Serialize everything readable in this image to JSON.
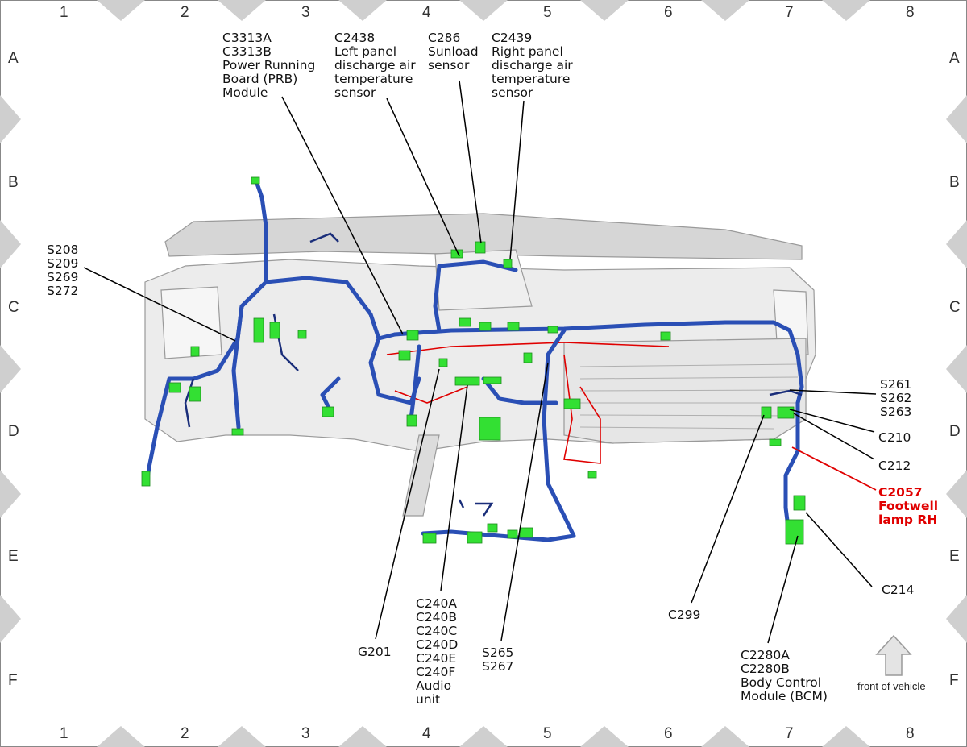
{
  "grid": {
    "columns": [
      "1",
      "2",
      "3",
      "4",
      "5",
      "6",
      "7",
      "8"
    ],
    "rows": [
      "A",
      "B",
      "C",
      "D",
      "E",
      "F"
    ]
  },
  "callouts": {
    "c3313": [
      "C3313A",
      "C3313B",
      "Power Running",
      "Board (PRB)",
      "Module"
    ],
    "c2438": [
      "C2438",
      "Left panel",
      "discharge air",
      "temperature",
      "sensor"
    ],
    "c286": [
      "C286",
      "Sunload",
      "sensor"
    ],
    "c2439": [
      "C2439",
      "Right panel",
      "discharge air",
      "temperature",
      "sensor"
    ],
    "s208": [
      "S208",
      "S209",
      "S269",
      "S272"
    ],
    "s261": [
      "S261",
      "S262",
      "S263"
    ],
    "c210": [
      "C210"
    ],
    "c212": [
      "C212"
    ],
    "c2057": [
      "C2057",
      "Footwell",
      "lamp RH"
    ],
    "c214": [
      "C214"
    ],
    "c299": [
      "C299"
    ],
    "c2280": [
      "C2280A",
      "C2280B",
      "Body Control",
      "Module (BCM)"
    ],
    "g201": [
      "G201"
    ],
    "c240": [
      "C240A",
      "C240B",
      "C240C",
      "C240D",
      "C240E",
      "C240F",
      "Audio",
      "unit"
    ],
    "s265": [
      "S265",
      "S267"
    ]
  },
  "front_indicator": "front of vehicle",
  "colors": {
    "harness": "#2a4fb5",
    "connector": "#33e033",
    "highlight": "#e00000",
    "border_tab": "#c8c8c8"
  }
}
